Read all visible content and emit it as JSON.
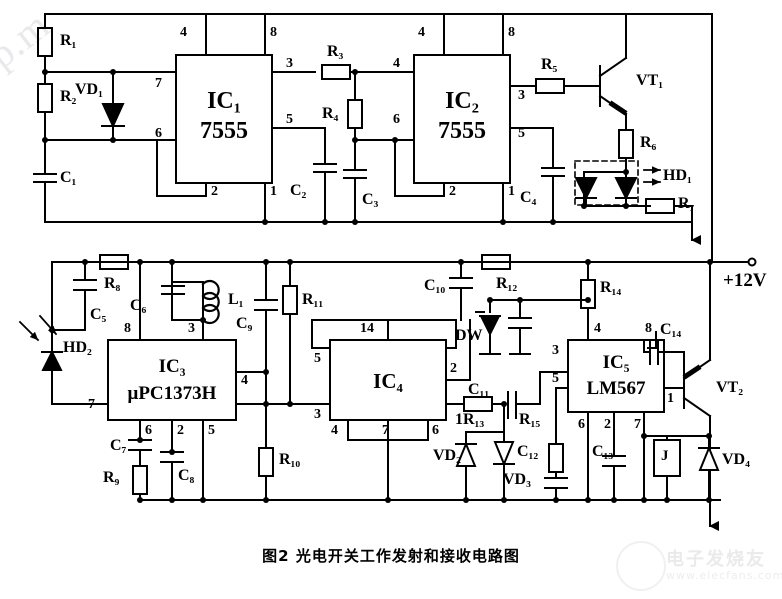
{
  "figure": {
    "caption": "图2 光电开关工作发射和接收电路图",
    "power_rail_label": "+12V"
  },
  "watermarks": {
    "top_left": "p.m",
    "bottom_right_brand": "电子发烧友",
    "bottom_right_url": "www.elecfans.com"
  },
  "transmitter": {
    "section_name": "transmitter-circuit",
    "ics": [
      {
        "id": "IC1",
        "ref": "IC₁",
        "part": "7555",
        "pins": [
          "4",
          "8",
          "7",
          "6",
          "3",
          "5",
          "2",
          "1"
        ]
      },
      {
        "id": "IC2",
        "ref": "IC₂",
        "part": "7555",
        "pins": [
          "4",
          "8",
          "4",
          "6",
          "3",
          "5",
          "2",
          "1"
        ]
      }
    ],
    "resistors": [
      {
        "ref": "R₁"
      },
      {
        "ref": "R₂"
      },
      {
        "ref": "R₃"
      },
      {
        "ref": "R₄"
      },
      {
        "ref": "R₅"
      },
      {
        "ref": "R₆"
      },
      {
        "ref": "R₇"
      }
    ],
    "capacitors": [
      {
        "ref": "C₁"
      },
      {
        "ref": "C₂"
      },
      {
        "ref": "C₃"
      },
      {
        "ref": "C₄"
      }
    ],
    "diodes": [
      {
        "ref": "VD₁",
        "type": "diode"
      }
    ],
    "transistors": [
      {
        "ref": "VT₁",
        "type": "npn"
      }
    ],
    "emitters": [
      {
        "ref": "HD₁",
        "type": "dual-led-emitter"
      }
    ]
  },
  "receiver": {
    "section_name": "receiver-circuit",
    "ics": [
      {
        "id": "IC3",
        "ref": "IC₃",
        "part": "μPC1373H",
        "pins": [
          "8",
          "3",
          "4",
          "7",
          "6",
          "2",
          "5"
        ]
      },
      {
        "id": "IC4",
        "ref": "IC₄",
        "part": "",
        "pins": [
          "14",
          "5",
          "3",
          "4",
          "7",
          "6",
          "2"
        ]
      },
      {
        "id": "IC5",
        "ref": "IC₅",
        "part": "LM567",
        "pins": [
          "4",
          "8",
          "3",
          "5",
          "1",
          "6",
          "2",
          "7"
        ]
      }
    ],
    "resistors": [
      {
        "ref": "R₈"
      },
      {
        "ref": "R₉"
      },
      {
        "ref": "R₁₀"
      },
      {
        "ref": "R₁₁"
      },
      {
        "ref": "R₁₂"
      },
      {
        "ref": "1R₁₃"
      },
      {
        "ref": "R₁₄"
      },
      {
        "ref": "R₁₅"
      }
    ],
    "capacitors": [
      {
        "ref": "C₅"
      },
      {
        "ref": "C₆"
      },
      {
        "ref": "C₇"
      },
      {
        "ref": "C₈"
      },
      {
        "ref": "C₉"
      },
      {
        "ref": "C₁₀"
      },
      {
        "ref": "C₁₁"
      },
      {
        "ref": "C₁₂"
      },
      {
        "ref": "C₁₃"
      },
      {
        "ref": "C₁₄"
      }
    ],
    "inductors": [
      {
        "ref": "L₁"
      }
    ],
    "diodes": [
      {
        "ref": "DW",
        "type": "zener"
      },
      {
        "ref": "VD₂",
        "type": "diode"
      },
      {
        "ref": "VD₃",
        "type": "diode"
      },
      {
        "ref": "VD₄",
        "type": "diode"
      }
    ],
    "transistors": [
      {
        "ref": "VT₂",
        "type": "pnp"
      }
    ],
    "detectors": [
      {
        "ref": "HD₂",
        "type": "photodiode"
      }
    ],
    "relays": [
      {
        "ref": "J",
        "type": "relay-coil"
      }
    ]
  },
  "colors": {
    "line": "#000000",
    "background": "#ffffff"
  }
}
